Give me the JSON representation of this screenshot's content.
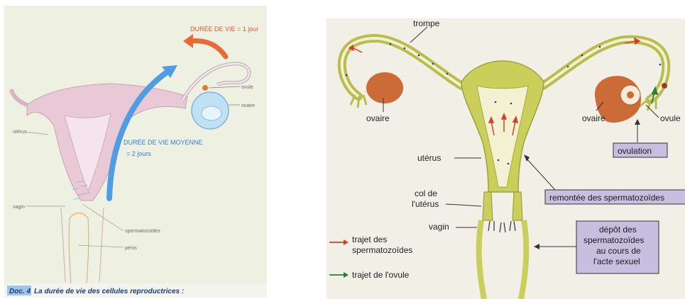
{
  "left": {
    "lifespan_ovule": "DURÉE DE VIE = 1 jour",
    "ovule": "ovule",
    "ovaire": "ovaire",
    "uterus": "utérus",
    "lifespan_sperm_line1": "DURÉE DE VIE MOYENNE",
    "lifespan_sperm_line2": "= 2 jours",
    "vagin": "vagin",
    "spermatozoides": "spermatozoïdes",
    "penis": "pénis",
    "caption_doc": "Doc. 4",
    "caption_text": "La durée de vie des cellules reproductrices :"
  },
  "right": {
    "trompe": "trompe",
    "ovaire_left": "ovaire",
    "ovaire_right": "ovaire",
    "ovule": "ovule",
    "ovulation": "ovulation",
    "uterus": "utérus",
    "col_line1": "col de",
    "col_line2": "l'utérus",
    "remontee": "remontée des spermatozoïdes",
    "vagin": "vagin",
    "legend_sperm_line1": "trajet des",
    "legend_sperm_line2": "spermatozoïdes",
    "legend_ovule": "trajet de l'ovule",
    "depot_line1": "dépôt des",
    "depot_line2": "spermatozoïdes",
    "depot_line3": "au cours de",
    "depot_line4": "l'acte sexuel"
  },
  "colors": {
    "uterus_pink": "#e9c9d6",
    "uterus_yellow": "#c9cf5a",
    "sperm_blue": "#4f9de3",
    "ovule_orange": "#e86a3a",
    "ovary_brown": "#cc6a38",
    "box_purple": "#c8bfe0",
    "arrow_red": "#d2412b",
    "arrow_green": "#2e7a3a"
  }
}
